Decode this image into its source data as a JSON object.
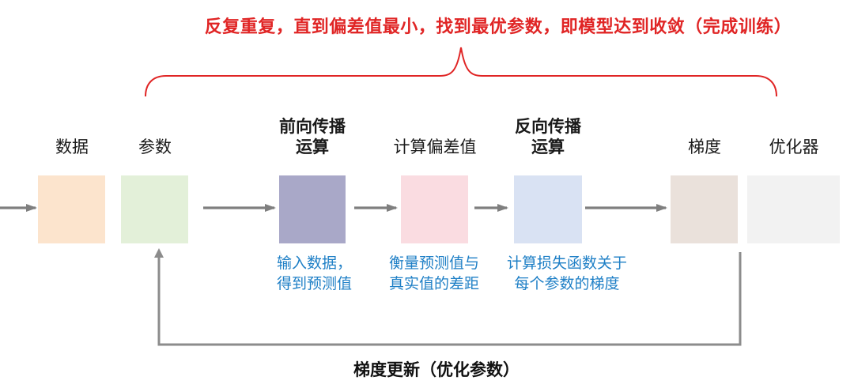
{
  "title": {
    "text": "反复重复，直到偏差值最小，找到最优参数，即模型达到收敛（完成训练）",
    "color": "#E02525"
  },
  "stages": [
    {
      "id": "data",
      "label": "数据",
      "color": "#FCE4CD"
    },
    {
      "id": "params",
      "label": "参数",
      "color": "#E3F0D9"
    },
    {
      "id": "forward",
      "label": "前向传播\n运算",
      "color": "#A9A8C8",
      "note": "输入数据，\n得到预测值"
    },
    {
      "id": "loss",
      "label": "计算偏差值",
      "color": "#FADCE1",
      "note": "衡量预测值与\n真实值的差距"
    },
    {
      "id": "backward",
      "label": "反向传播\n运算",
      "color": "#D9E2F3",
      "note": "计算损失函数关于\n每个参数的梯度"
    },
    {
      "id": "gradient",
      "label": "梯度",
      "color": "#EAE1DB"
    },
    {
      "id": "optimizer",
      "label": "优化器",
      "color": "#F2F2F2"
    }
  ],
  "bottom_label": "梯度更新（优化参数）",
  "colors": {
    "accent_red": "#E02525",
    "annotation_blue": "#1E7FC6",
    "arrow_gray": "#7F7F7F",
    "loop_gray": "#8C8C8C"
  }
}
